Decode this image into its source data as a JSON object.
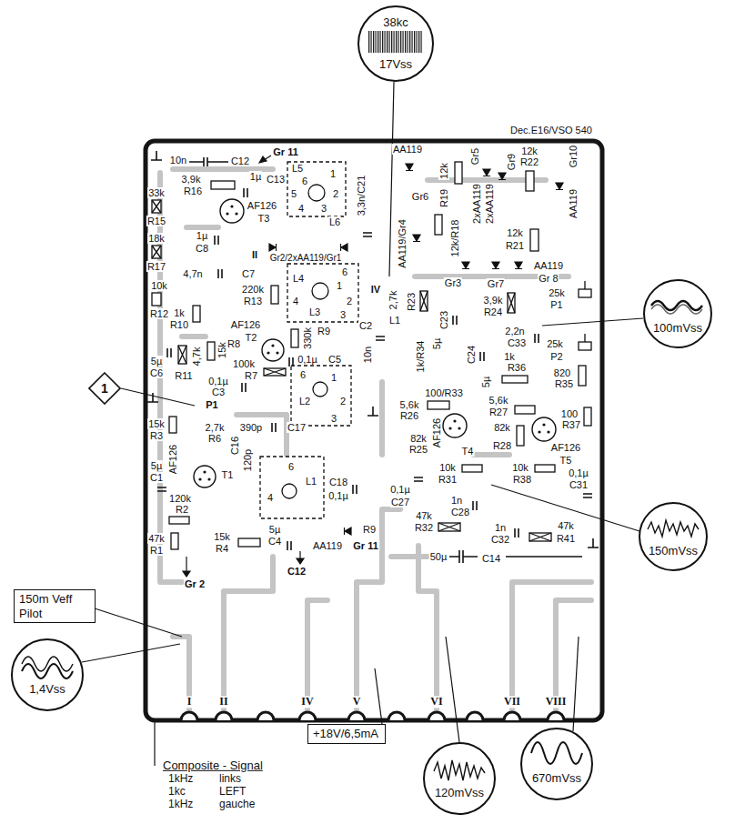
{
  "diagram": {
    "nodes": [
      {
        "text": [
          "38kc",
          "17Vss"
        ]
      },
      {
        "text": [
          "100mVss"
        ]
      },
      {
        "text": [
          "1"
        ]
      },
      {
        "text": [
          "150mVss"
        ]
      },
      {
        "text": [
          "150m Veff Pilot"
        ]
      },
      {
        "text": [
          "1,4Vss"
        ]
      },
      {
        "text": [
          "+18V/6,5mA"
        ]
      },
      {
        "text": [
          "120mVss"
        ]
      },
      {
        "text": [
          "670mVss"
        ]
      }
    ],
    "labels": [
      "Dec.E16/VSO 540",
      "10n",
      "C12",
      "Gr 11",
      "L5",
      "6",
      "1",
      "5",
      "2",
      "4",
      "3",
      "L6",
      "3,3n/C21",
      "3,9k",
      "R16",
      "1µ",
      "C13",
      "33k",
      "R15",
      "AF126",
      "T3",
      "1µ",
      "C8",
      "18k",
      "R17",
      "II",
      "Gr2/2xAA119/Gr1",
      "4,7n",
      "C7",
      "IV",
      "L4",
      "6",
      "1",
      "4",
      "2",
      "L3",
      "3",
      "10k",
      "R12",
      "220k",
      "R13",
      "1k",
      "R10",
      "AF126",
      "T2",
      "330k",
      "R9",
      "C2",
      "10n",
      "5µ",
      "C6",
      "4,7k",
      "R11",
      "15k",
      "R8",
      "100k",
      "R7",
      "0,1µ",
      "C5",
      "0,1µ",
      "C3",
      "6",
      "1",
      "L2",
      "2",
      "3",
      "P1",
      "15k",
      "R3",
      "AF126",
      "2,7k",
      "R6",
      "390p",
      "C17",
      "82k",
      "R25",
      "C16",
      "120p",
      "5µ",
      "C1",
      "120k",
      "R2",
      "T1",
      "6",
      "L1",
      "4",
      "15k",
      "R4",
      "5µ",
      "C4",
      "47k",
      "R1",
      "C18",
      "0,1µ",
      "R9",
      "AA119",
      "Gr 11",
      "C12",
      "Gr 2",
      "50µ",
      "C14",
      "I",
      "II",
      "IV",
      "V",
      "VI",
      "VII",
      "VIII",
      "AA119",
      "Gr6",
      "12k",
      "R19",
      "Gr5",
      "Gr9",
      "12k",
      "R22",
      "Gr10",
      "AA119",
      "AA119/Gr4",
      "12k/R18",
      "2xAA119",
      "2xAA119",
      "12k",
      "R21",
      "Gr3",
      "Gr7",
      "AA119",
      "Gr 8",
      "2,7k",
      "L1",
      "R23",
      "C23",
      "3,9k",
      "R24",
      "25k",
      "P1",
      "1k/R34",
      "5µ",
      "C24",
      "5µ",
      "2,2n",
      "C33",
      "25k",
      "P2",
      "100/R33",
      "1k",
      "R36",
      "820",
      "R35",
      "5,6k",
      "R26",
      "5,6k",
      "R27",
      "100",
      "R37",
      "AF126",
      "T4",
      "82k",
      "R28",
      "AF126",
      "T5",
      "10k",
      "R31",
      "10k",
      "R38",
      "0,1µ",
      "C31",
      "0,1µ",
      "C27",
      "1n",
      "C28",
      "1n",
      "C32",
      "47k",
      "R32",
      "47k",
      "R41",
      "Composite - Signal",
      "1kHz",
      "links",
      "1kc",
      "LEFT",
      "1kHz",
      "gauche"
    ]
  }
}
